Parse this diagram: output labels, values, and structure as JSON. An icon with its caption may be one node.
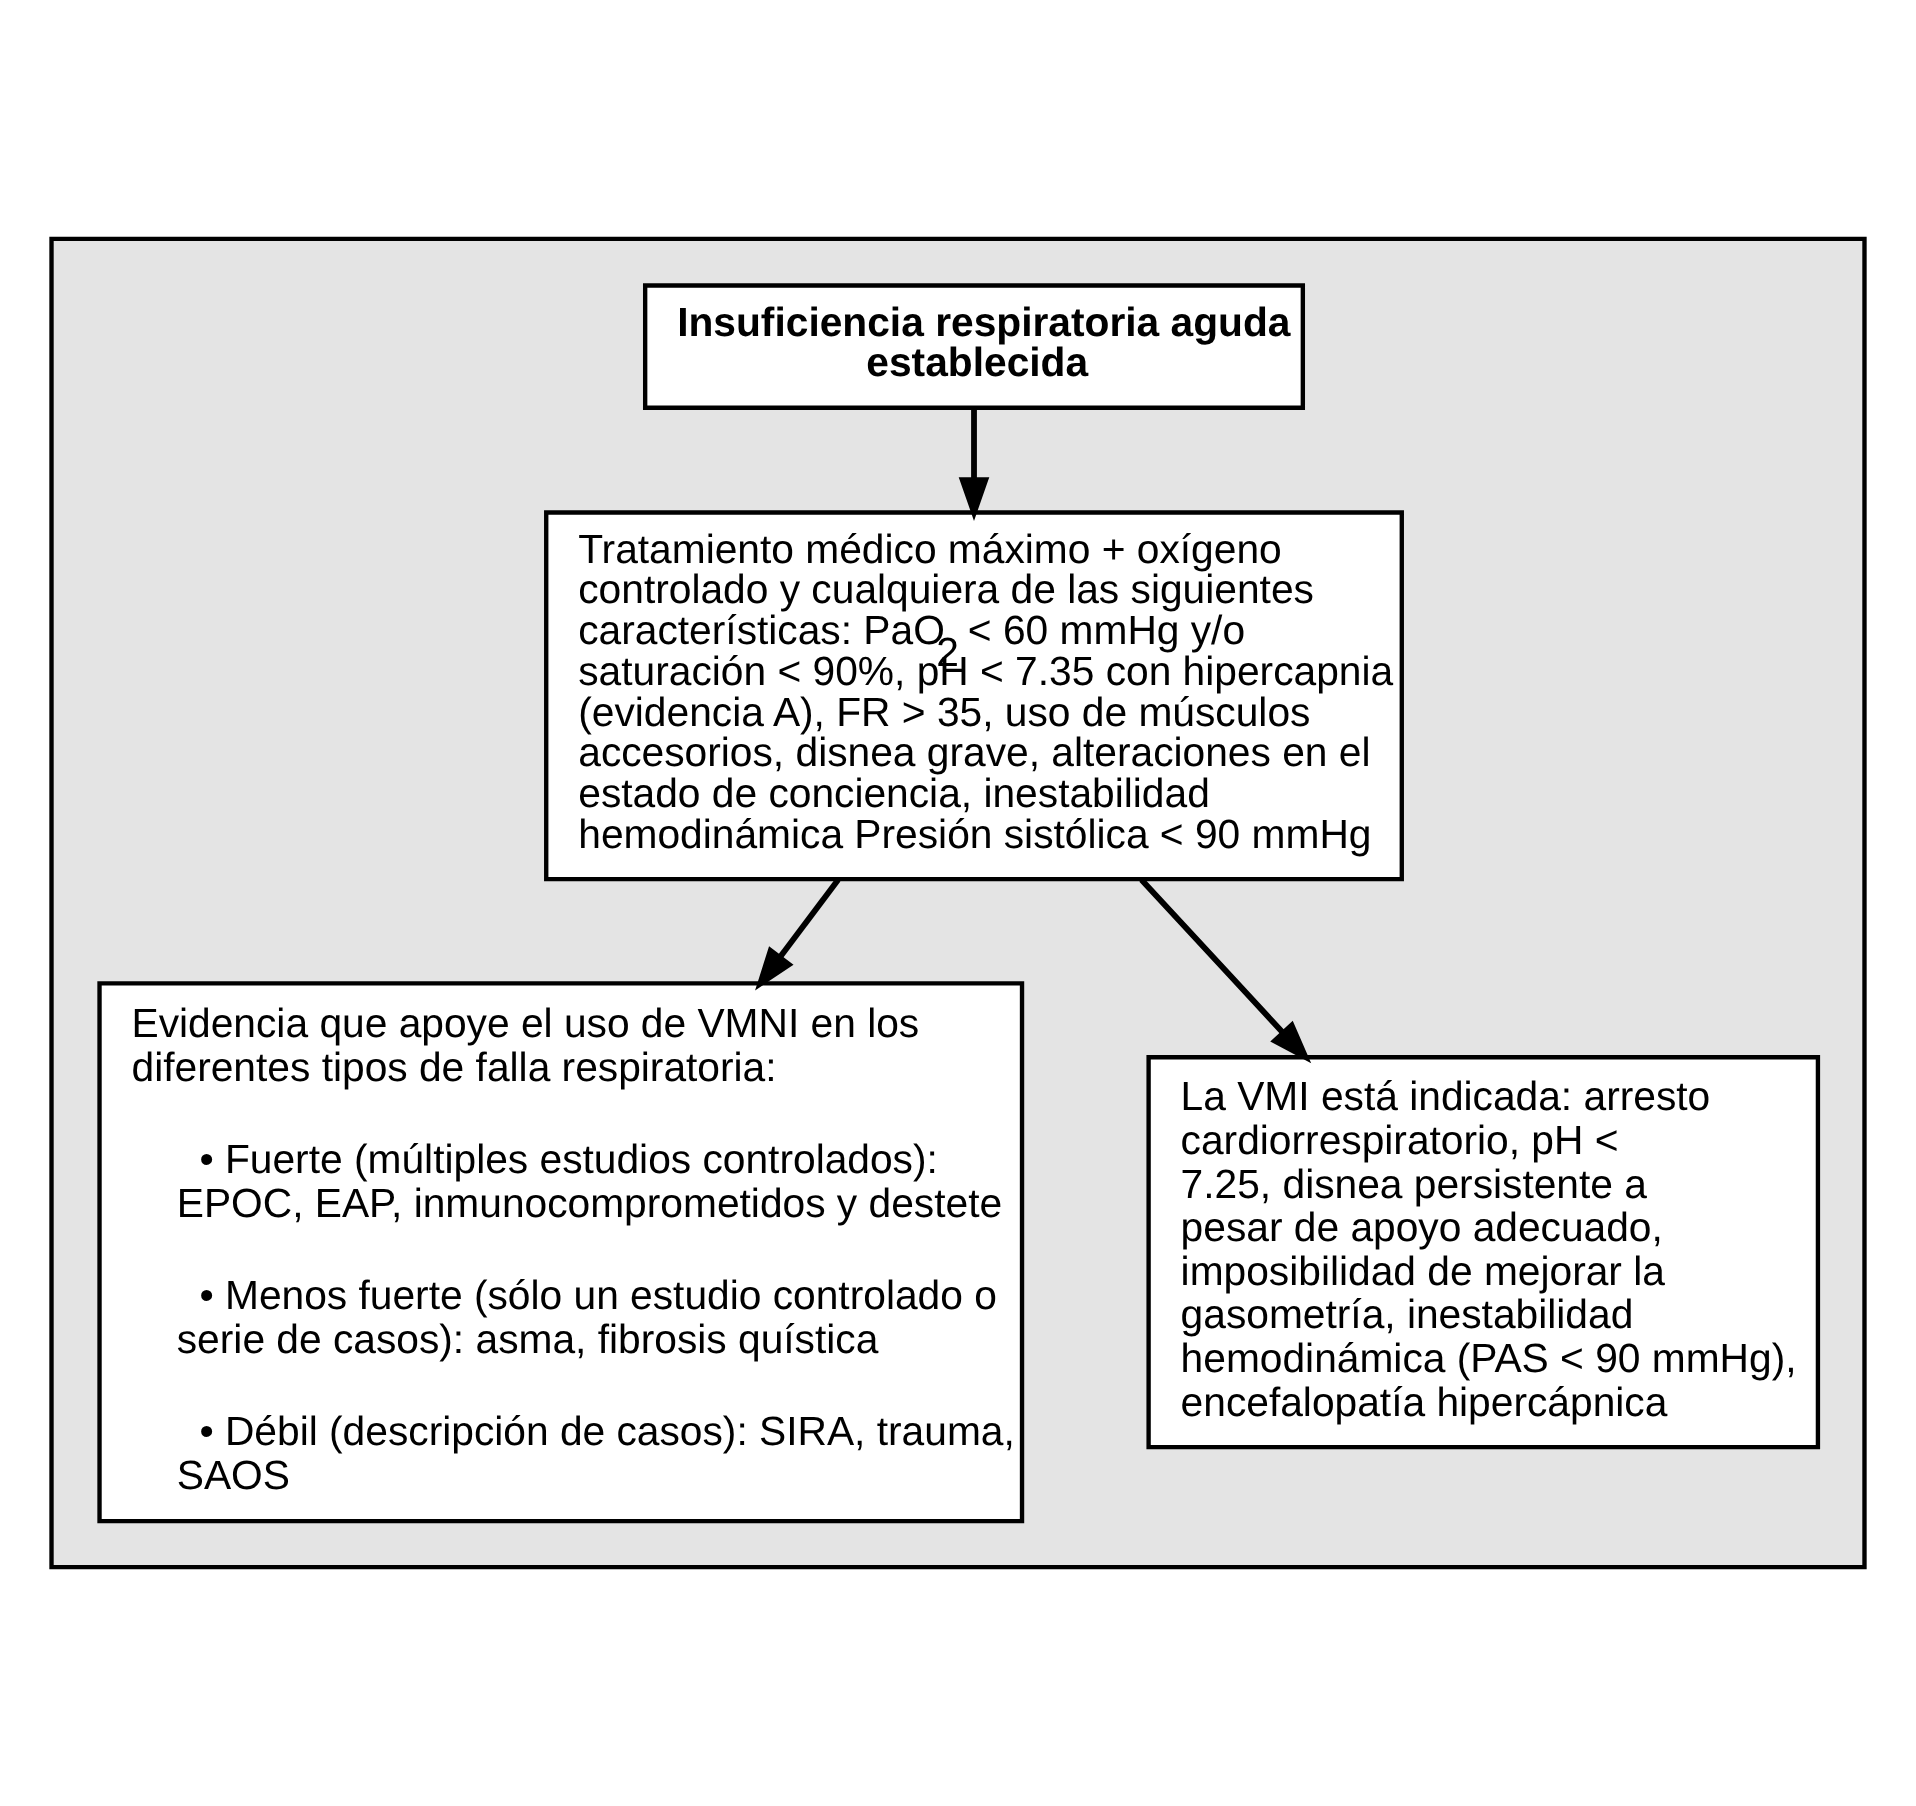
{
  "diagram": {
    "nodes": [
      {
        "text": [],
        "shape": "box"
      },
      {
        "text": [
          "Insuficiencia respiratoria aguda establecida"
        ],
        "in": 0
      },
      {
        "text": [
          "Tratamiento médico máximo + oxígeno controlado y cualquiera de las siguientes características: PaO$_{2}$ < 60 mmHg y/o saturación < 90%, pH < 7.35 con hipercapnia (evidencia A), FR > 35, uso de músculos accesorios, disnea grave, alteraciones en el estado de conciencia, inestabilidad hemodinámica Presión sistólica < 90 mmHg"
        ],
        "in": 0
      },
      {
        "text": [
          "Evidencia que apoye el uso de VMNI en los diferentes tipos de falla respiratoria:",
          "• Fuerte (múltiples estudios controlados): EPOC, EAP, inmunocomprometidos y destete",
          "• Menos fuerte (sólo un estudio controlado o serie de casos): asma, fibrosis quística",
          "• Débil (descripción de casos): SIRA, trauma, SAOS"
        ],
        "in": 0
      },
      {
        "text": [
          "La VMI está indicada: arresto cardiorrespiratorio, pH < 7.25, disnea persistente a pesar de apoyo adecuado, imposibilidad de mejorar la gasometría, inestabilidad hemodinámica (PAS < 90 mmHg), encefalopatía hipercápnica"
        ],
        "in": 0
      }
    ],
    "edges": [
      {
        "from": 1,
        "to": 2,
        "arrow": "to"
      },
      {
        "from": 2,
        "to": 3,
        "arrow": "to"
      },
      {
        "from": 2,
        "to": 4,
        "arrow": "to"
      }
    ]
  }
}
